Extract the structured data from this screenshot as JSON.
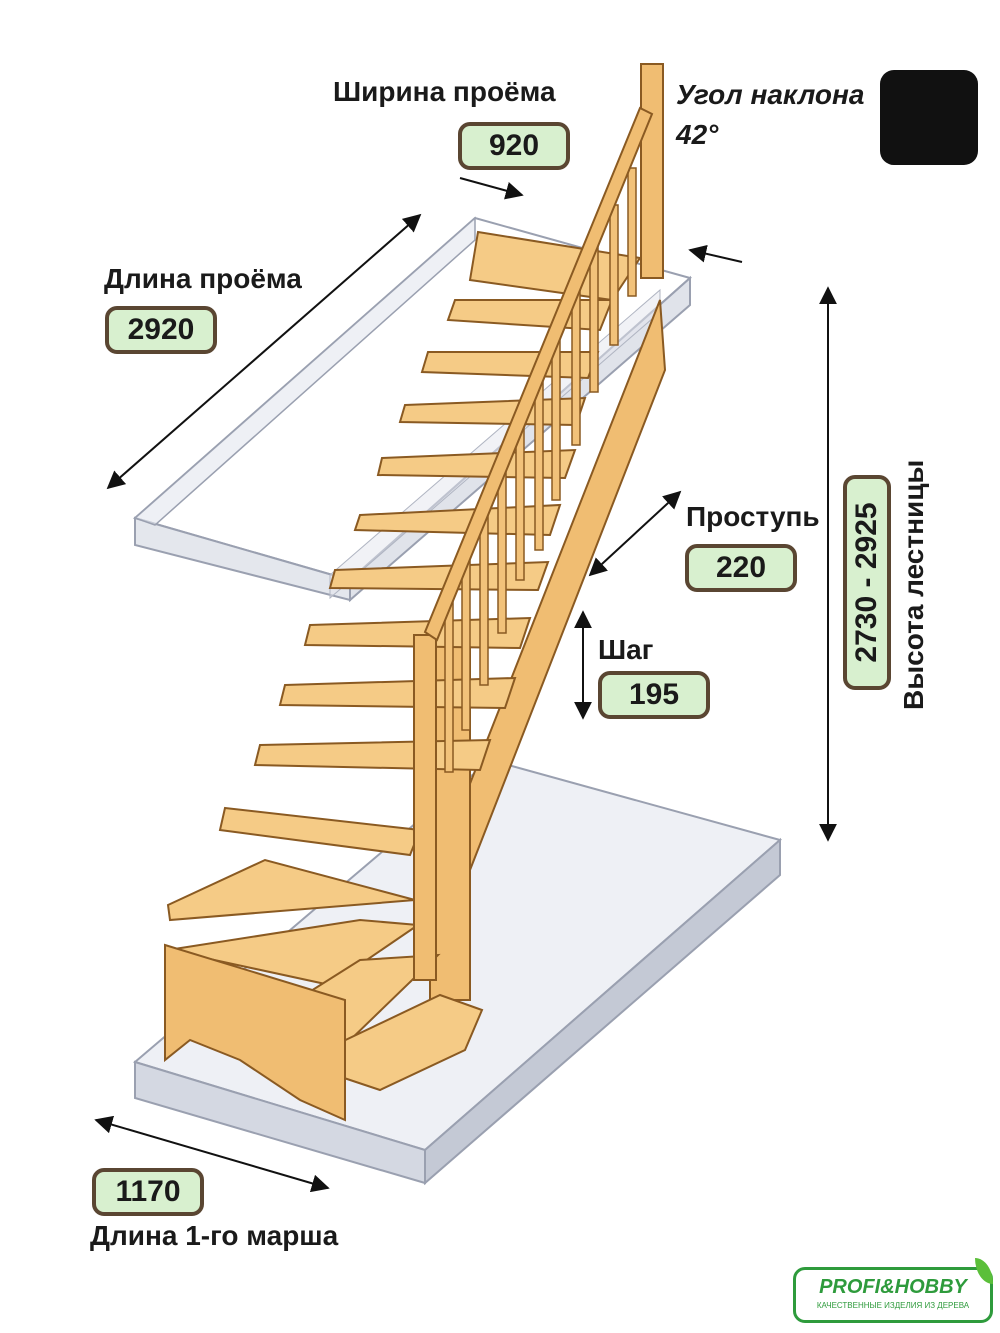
{
  "labels": {
    "opening_width_title": "Ширина проёма",
    "opening_width_value": "920",
    "angle_title": "Угол наклона",
    "angle_value": "42°",
    "opening_length_title": "Длина проёма",
    "opening_length_value": "2920",
    "tread_title": "Проступь",
    "tread_value": "220",
    "step_title": "Шаг",
    "step_value": "195",
    "height_title": "Высота лестницы",
    "height_value": "2730 - 2925",
    "first_flight_value": "1170",
    "first_flight_title": "Длина 1-го марша"
  },
  "logo": {
    "brand": "PROFI&HOBBY",
    "tagline": "КАЧЕСТВЕННЫЕ ИЗДЕЛИЯ ИЗ ДЕРЕВА"
  },
  "icons": {
    "angle": "stairs-icon",
    "logo_leaf": "leaf-icon"
  },
  "colors": {
    "wood": "#f2c27a",
    "wood_dark": "#c98a3c",
    "wood_edge": "#8a5a22",
    "badge_fill": "#d8f0cf",
    "badge_border": "#5a4632",
    "glass": "#d9dde6",
    "brand_green": "#2e9b3c"
  }
}
